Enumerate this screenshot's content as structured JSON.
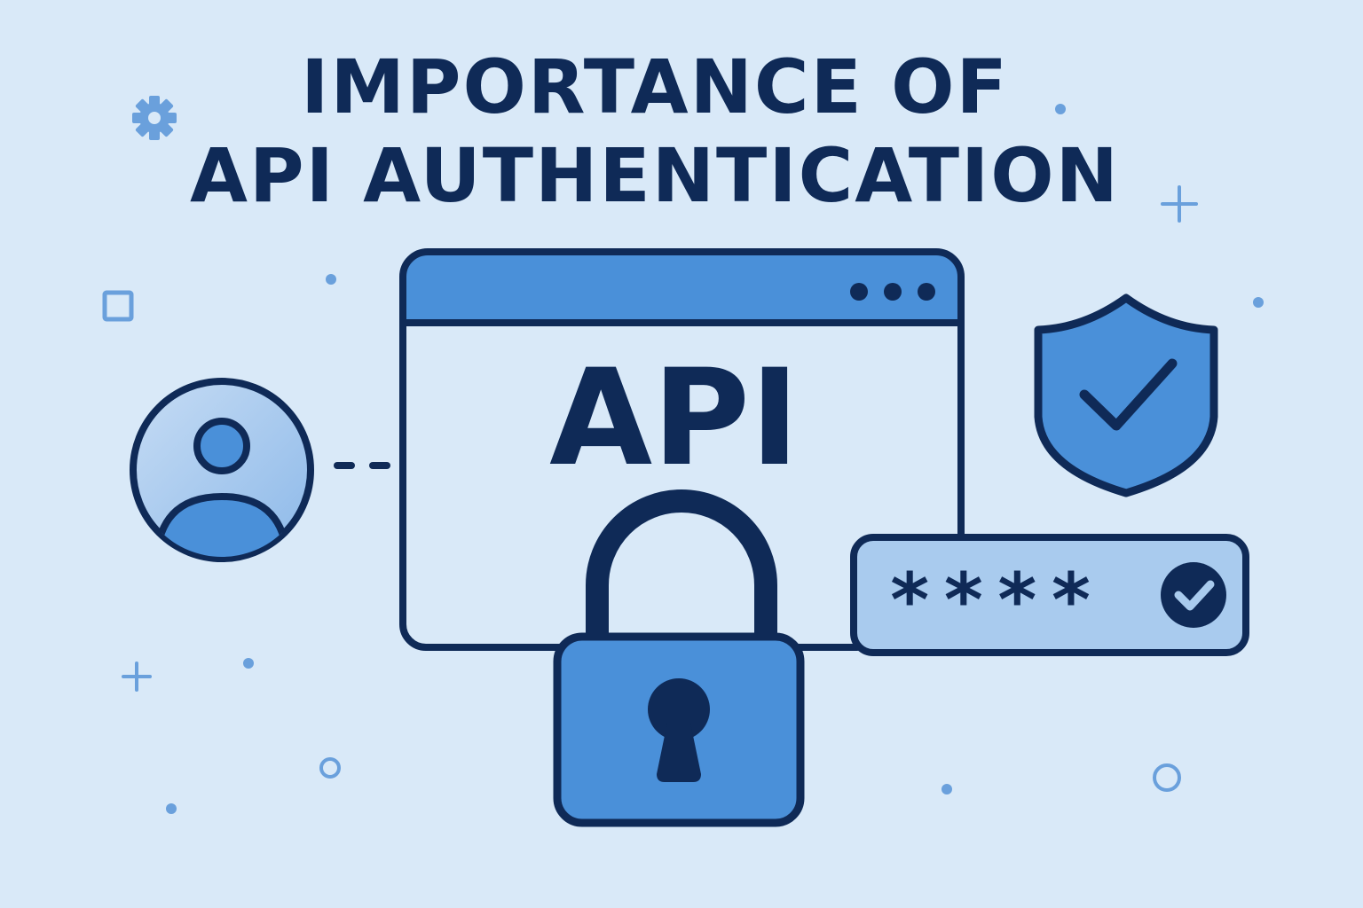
{
  "title": {
    "line1": "IMPORTANCE OF",
    "line2": "API AUTHENTICATION"
  },
  "api_window": {
    "label": "API"
  },
  "password_field": {
    "masked_value": "****"
  },
  "icons": {
    "user": "user-avatar-icon",
    "arrow": "dashed-arrow-icon",
    "window": "browser-window-icon",
    "lock": "padlock-icon",
    "shield": "shield-check-icon",
    "password": "password-field-icon",
    "check": "check-circle-icon",
    "gear": "gear-icon",
    "square": "square-outline-icon",
    "plus": "plus-icon",
    "dot": "dot-icon",
    "ring": "ring-icon"
  },
  "colors": {
    "background": "#d9e9f8",
    "navy": "#0f2a57",
    "blue": "#4a90d9",
    "light_blue": "#a9cbee",
    "accent": "#5b95d6"
  }
}
